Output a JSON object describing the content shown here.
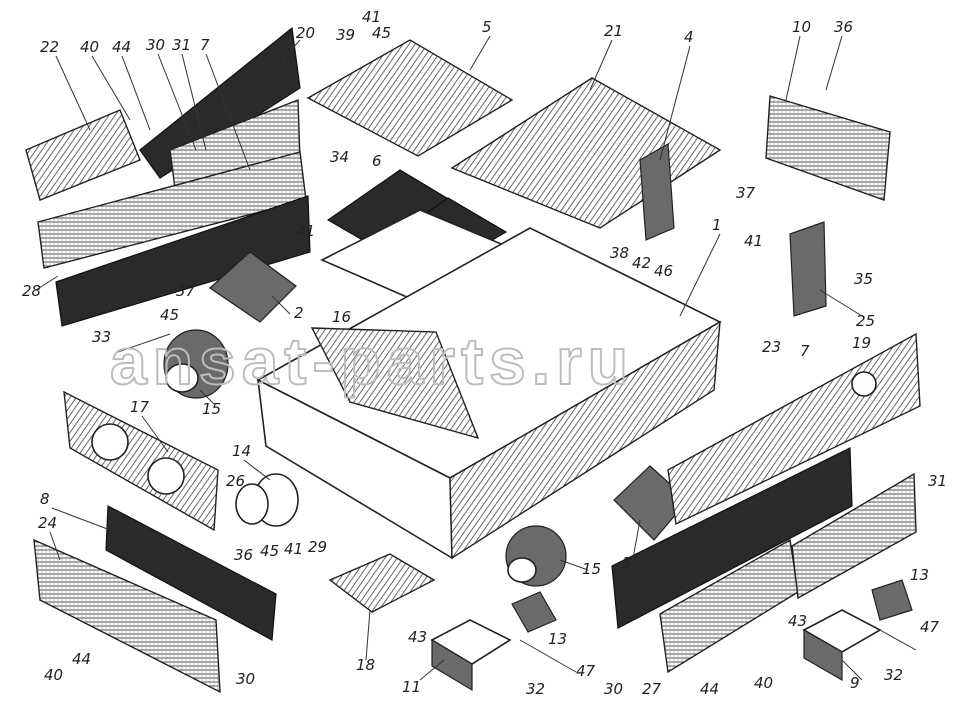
{
  "watermark": "ansat-parts.ru",
  "corner_mark": "",
  "labels": [
    {
      "id": "l22a",
      "text": "22"
    },
    {
      "id": "l40a",
      "text": "40"
    },
    {
      "id": "l44a",
      "text": "44"
    },
    {
      "id": "l30a",
      "text": "30"
    },
    {
      "id": "l31a",
      "text": "31"
    },
    {
      "id": "l7a",
      "text": "7"
    },
    {
      "id": "l20",
      "text": "20"
    },
    {
      "id": "l41a",
      "text": "41"
    },
    {
      "id": "l39",
      "text": "39"
    },
    {
      "id": "l45a",
      "text": "45"
    },
    {
      "id": "l5",
      "text": "5"
    },
    {
      "id": "l21",
      "text": "21"
    },
    {
      "id": "l4",
      "text": "4"
    },
    {
      "id": "l10",
      "text": "10"
    },
    {
      "id": "l36a",
      "text": "36"
    },
    {
      "id": "l34",
      "text": "34"
    },
    {
      "id": "l6",
      "text": "6"
    },
    {
      "id": "l41b",
      "text": "41"
    },
    {
      "id": "l37a",
      "text": "37"
    },
    {
      "id": "l41c",
      "text": "41"
    },
    {
      "id": "l35",
      "text": "35"
    },
    {
      "id": "l28",
      "text": "28"
    },
    {
      "id": "l2",
      "text": "2"
    },
    {
      "id": "l38",
      "text": "38"
    },
    {
      "id": "l42",
      "text": "42"
    },
    {
      "id": "l46",
      "text": "46"
    },
    {
      "id": "l1",
      "text": "1"
    },
    {
      "id": "l25",
      "text": "25"
    },
    {
      "id": "l45b",
      "text": "45"
    },
    {
      "id": "l37b",
      "text": "37"
    },
    {
      "id": "l16",
      "text": "16"
    },
    {
      "id": "l33",
      "text": "33"
    },
    {
      "id": "l15a",
      "text": "15"
    },
    {
      "id": "l23",
      "text": "23"
    },
    {
      "id": "l7b",
      "text": "7"
    },
    {
      "id": "l19",
      "text": "19"
    },
    {
      "id": "l17",
      "text": "17"
    },
    {
      "id": "l14",
      "text": "14"
    },
    {
      "id": "l26",
      "text": "26"
    },
    {
      "id": "l31b",
      "text": "31"
    },
    {
      "id": "l8",
      "text": "8"
    },
    {
      "id": "l24",
      "text": "24"
    },
    {
      "id": "l3",
      "text": "3"
    },
    {
      "id": "l36b",
      "text": "36"
    },
    {
      "id": "l45c",
      "text": "45"
    },
    {
      "id": "l41d",
      "text": "41"
    },
    {
      "id": "l29",
      "text": "29"
    },
    {
      "id": "l15b",
      "text": "15"
    },
    {
      "id": "l13a",
      "text": "13"
    },
    {
      "id": "l18",
      "text": "18"
    },
    {
      "id": "l43a",
      "text": "43"
    },
    {
      "id": "l13b",
      "text": "13"
    },
    {
      "id": "l47a",
      "text": "47"
    },
    {
      "id": "l43b",
      "text": "43"
    },
    {
      "id": "l47b",
      "text": "47"
    },
    {
      "id": "l44b",
      "text": "44"
    },
    {
      "id": "l40b",
      "text": "40"
    },
    {
      "id": "l30b",
      "text": "30"
    },
    {
      "id": "l11",
      "text": "11"
    },
    {
      "id": "l32a",
      "text": "32"
    },
    {
      "id": "l30c",
      "text": "30"
    },
    {
      "id": "l27",
      "text": "27"
    },
    {
      "id": "l44c",
      "text": "44"
    },
    {
      "id": "l40c",
      "text": "40"
    },
    {
      "id": "l9",
      "text": "9"
    },
    {
      "id": "l32b",
      "text": "32"
    }
  ]
}
